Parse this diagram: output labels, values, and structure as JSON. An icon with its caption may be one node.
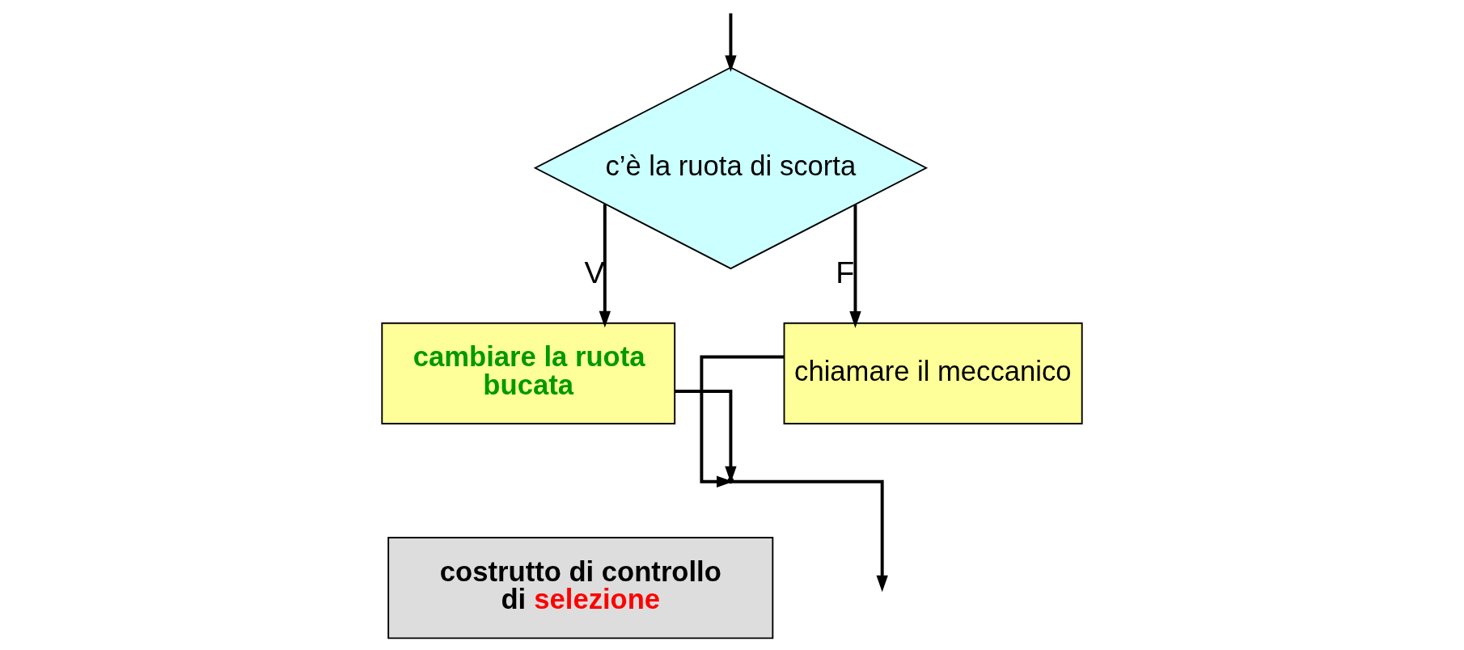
{
  "diagram": {
    "nodes": [
      {
        "text": [
          "c’è la ruota di scorta"
        ]
      },
      {
        "text": [
          "cambiare la ruota bucata"
        ]
      },
      {
        "text": [
          "chiamare il meccanico"
        ]
      },
      {
        "text": [],
        "shape": "point"
      },
      {
        "text": [
          "costrutto di controllo di selezione"
        ]
      }
    ],
    "edges": [
      {
        "from": null,
        "to": 0,
        "arrow": "to"
      },
      {
        "from": 0,
        "to": 1,
        "arrow": "to",
        "label": "V"
      },
      {
        "from": 0,
        "to": 2,
        "arrow": "to",
        "label": "F"
      },
      {
        "from": 1,
        "to": 3,
        "arrow": "to"
      },
      {
        "from": 2,
        "to": 3,
        "arrow": "to"
      },
      {
        "from": 3,
        "to": null,
        "arrow": "to"
      }
    ]
  }
}
